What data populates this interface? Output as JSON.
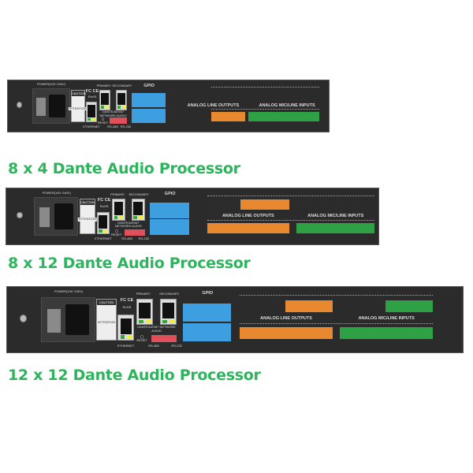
{
  "products": [
    {
      "caption": "8 x 4 Dante Audio Processor"
    },
    {
      "caption": "8 x 12 Dante Audio Processor"
    },
    {
      "caption": "12 x 12 Dante Audio Processor"
    }
  ],
  "panel_labels": {
    "power": "POWER(100~240V)",
    "caution": "CAUTION",
    "certs": "FC CE",
    "rohs": "RoHS",
    "attention": "ATTENTION",
    "primary": "PRIMARY",
    "secondary": "SECONDARY",
    "dante": "DANTE/AES67 NETWORK AUDIO",
    "ethernet": "ETHERNET",
    "reset": "RESET",
    "rs485": "RS-485",
    "rs232": "RS-232",
    "gpio": "GPIO",
    "outputs": "ANALOG LINE OUTPUTS",
    "inputs": "ANALOG MIC/LINE INPUTS"
  },
  "colors": {
    "caption": "#2cb55c",
    "panel": "#2b2b2b",
    "gpio": "#3d9fe0",
    "outputs": "#e9892f",
    "inputs": "#2ea145",
    "serial": "#e0505a"
  }
}
